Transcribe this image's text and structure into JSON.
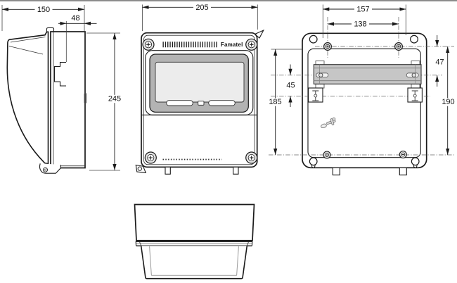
{
  "drawing": {
    "brand_label": "Famatel",
    "dimensions": {
      "side_total_depth": "150",
      "side_base_depth": "48",
      "side_height": "245",
      "front_width": "205",
      "back_top_holes_span": "157",
      "back_screws_span": "138",
      "back_rail_offset": "47",
      "back_clip_offset": "45",
      "back_left_height": "185",
      "back_right_height": "190"
    },
    "colors": {
      "line": "#1a1a1a",
      "dimension_line": "#444444",
      "centerline": "#666666",
      "window_frame": "#b3b3b3",
      "window_pane": "#ececec",
      "din_rail": "#c6c6c6",
      "screw_ring": "#dedede",
      "background": "#ffffff"
    },
    "icons": {
      "phillips_screw": "cross-head-screw-icon",
      "slotted_screw": "slotted-screw-icon",
      "corner_hole": "round-hole-icon",
      "keyhole_slot": "keyhole-slot-icon",
      "din_rail_clip": "rail-clip-icon",
      "wall_anchor": "wall-anchor-glyph-icon",
      "hinge": "hinge-pin-icon"
    }
  }
}
